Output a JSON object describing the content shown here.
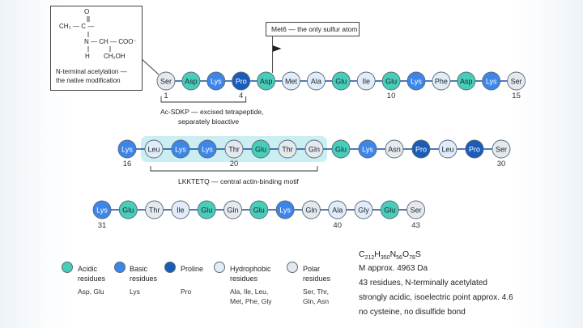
{
  "colors": {
    "acidic": "#48cdb8",
    "basic": "#3d86e8",
    "proline": "#1a5cb8",
    "hydrophobic": "#e1ecf8",
    "polar": "#e5e8ec",
    "motif_highlight": "#c4ecef",
    "stroke": "#5a6b7a",
    "backbone": "#1a4f9c"
  },
  "rows": [
    [
      "Ser",
      "Asp",
      "Lys",
      "Pro",
      "Asp",
      "Met",
      "Ala",
      "Glu",
      "Ile",
      "Glu",
      "Lys",
      "Phe",
      "Asp",
      "Lys",
      "Ser"
    ],
    [
      "Lys",
      "Leu",
      "Lys",
      "Lys",
      "Thr",
      "Glu",
      "Thr",
      "Gln",
      "Glu",
      "Lys",
      "Asn",
      "Pro",
      "Leu",
      "Pro",
      "Ser"
    ],
    [
      "Lys",
      "Glu",
      "Thr",
      "Ile",
      "Glu",
      "Gln",
      "Glu",
      "Lys",
      "Gln",
      "Ala",
      "Gly",
      "Glu",
      "Ser"
    ]
  ],
  "residue_classes": {
    "Asp": "acidic",
    "Glu": "acidic",
    "Lys": "basic",
    "Pro": "proline",
    "Ala": "hydrophobic",
    "Ile": "hydrophobic",
    "Leu": "hydrophobic",
    "Met": "hydrophobic",
    "Phe": "hydrophobic",
    "Gly": "hydrophobic",
    "Ser": "polar",
    "Thr": "polar",
    "Gln": "polar",
    "Asn": "polar"
  },
  "position_numbers": {
    "row1": [
      {
        "index": 0,
        "label": "1"
      },
      {
        "index": 3,
        "label": "4"
      },
      {
        "index": 9,
        "label": "10"
      },
      {
        "index": 14,
        "label": "15"
      }
    ],
    "row2": [
      {
        "index": 0,
        "label": "16"
      },
      {
        "index": 4,
        "label": "20"
      },
      {
        "index": 14,
        "label": "30"
      }
    ],
    "row3": [
      {
        "index": 0,
        "label": "31"
      },
      {
        "index": 9,
        "label": "40"
      },
      {
        "index": 12,
        "label": "43"
      }
    ]
  },
  "annotations": {
    "acetylation": {
      "structure_lines": [
        "O",
        "CH₃ — C —",
        "N — CH — COO⁻",
        "H",
        "CH₂OH"
      ],
      "caption_lines": [
        "N-terminal acetylation —",
        "the native modification"
      ]
    },
    "met6_label": "Met6 — the only sulfur atom",
    "sdkp_lines": [
      "Ac-SDKP — excised tetrapeptide,",
      "separately bioactive"
    ],
    "motif_label": "LKKTETQ — central actin-binding motif"
  },
  "legend": [
    {
      "key": "acidic",
      "title_lines": [
        "Acidic",
        "residues"
      ],
      "members": "Asp, Glu"
    },
    {
      "key": "basic",
      "title_lines": [
        "Basic",
        "residues"
      ],
      "members": "Lys"
    },
    {
      "key": "proline",
      "title_lines": [
        "Proline"
      ],
      "members": "Pro"
    },
    {
      "key": "hydrophobic",
      "title_lines": [
        "Hydrophobic",
        "residues"
      ],
      "members_lines": [
        "Ala, Ile, Leu,",
        "Met, Phe, Gly"
      ]
    },
    {
      "key": "polar",
      "title_lines": [
        "Polar",
        "residues"
      ],
      "members_lines": [
        "Ser, Thr,",
        "Gln, Asn"
      ]
    }
  ],
  "info": {
    "formula": {
      "C": "212",
      "H": "350",
      "N": "56",
      "O": "78",
      "S": ""
    },
    "mass": "M approx. 4963 Da",
    "residues": "43 residues, N-terminally acetylated",
    "acidity": "strongly acidic, isoelectric point approx. 4.6",
    "cysteine": "no cysteine, no disulfide bond"
  }
}
